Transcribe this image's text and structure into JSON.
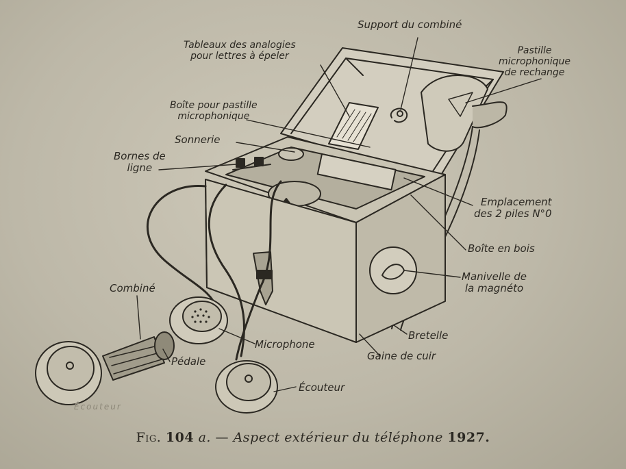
{
  "figure": {
    "labels": {
      "support_combine": "Support du combiné",
      "pastille_rechange": [
        "Pastille",
        "microphonique",
        "de rechange"
      ],
      "tableaux": [
        "Tableaux des analogies",
        "pour lettres à épeler"
      ],
      "boite_pastille": [
        "Boîte pour pastille",
        "microphonique"
      ],
      "sonnerie": "Sonnerie",
      "bornes": [
        "Bornes de",
        "ligne"
      ],
      "emplacement": [
        "Emplacement",
        "des 2 piles N°0"
      ],
      "boite_bois": "Boîte en bois",
      "manivelle": [
        "Manivelle de",
        "la magnéto"
      ],
      "combine": "Combiné",
      "microphone": "Microphone",
      "bretelle": "Bretelle",
      "gaine": "Gaine de cuir",
      "pedale": "Pédale",
      "ecouteur": "Écouteur"
    },
    "faded_text": "Écouteur"
  },
  "caption": {
    "prefix": "Fig.",
    "number": "104",
    "letter": "a.",
    "dash": "—",
    "title": "Aspect extérieur du téléphone",
    "year": "1927."
  },
  "colors": {
    "ink": "#2b2822",
    "paper": "#c4bfae"
  }
}
